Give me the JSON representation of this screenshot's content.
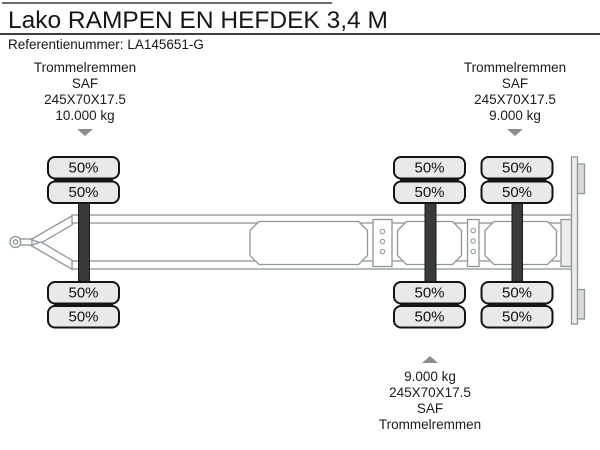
{
  "header": {
    "title": "Lako RAMPEN EN HEFDEK 3,4 M",
    "reference_label": "Referentienummer:",
    "reference_value": "LA145651-G"
  },
  "annotations": {
    "top_left": {
      "target": "front axle",
      "lines": [
        "Trommelremmen",
        "SAF",
        "245X70X17.5",
        "10.000 kg"
      ]
    },
    "top_right": {
      "target": "rear axle",
      "lines": [
        "Trommelremmen",
        "SAF",
        "245X70X17.5",
        "9.000 kg"
      ]
    },
    "bottom": {
      "target": "middle axle",
      "lines": [
        "9.000 kg",
        "245X70X17.5",
        "SAF",
        "Trommelremmen"
      ]
    }
  },
  "diagram": {
    "axles": [
      {
        "id": "axle-1",
        "tires": [
          "50%",
          "50%",
          "50%",
          "50%"
        ]
      },
      {
        "id": "axle-2",
        "tires": [
          "50%",
          "50%",
          "50%",
          "50%"
        ]
      },
      {
        "id": "axle-3",
        "tires": [
          "50%",
          "50%",
          "50%",
          "50%"
        ]
      }
    ],
    "colors": {
      "axle_bar": "#3a3a3a",
      "tire_fill": "#e9e9e9",
      "tire_border": "#141414",
      "frame_stroke": "#8f969a",
      "arrow": "#8c8c8c"
    }
  }
}
